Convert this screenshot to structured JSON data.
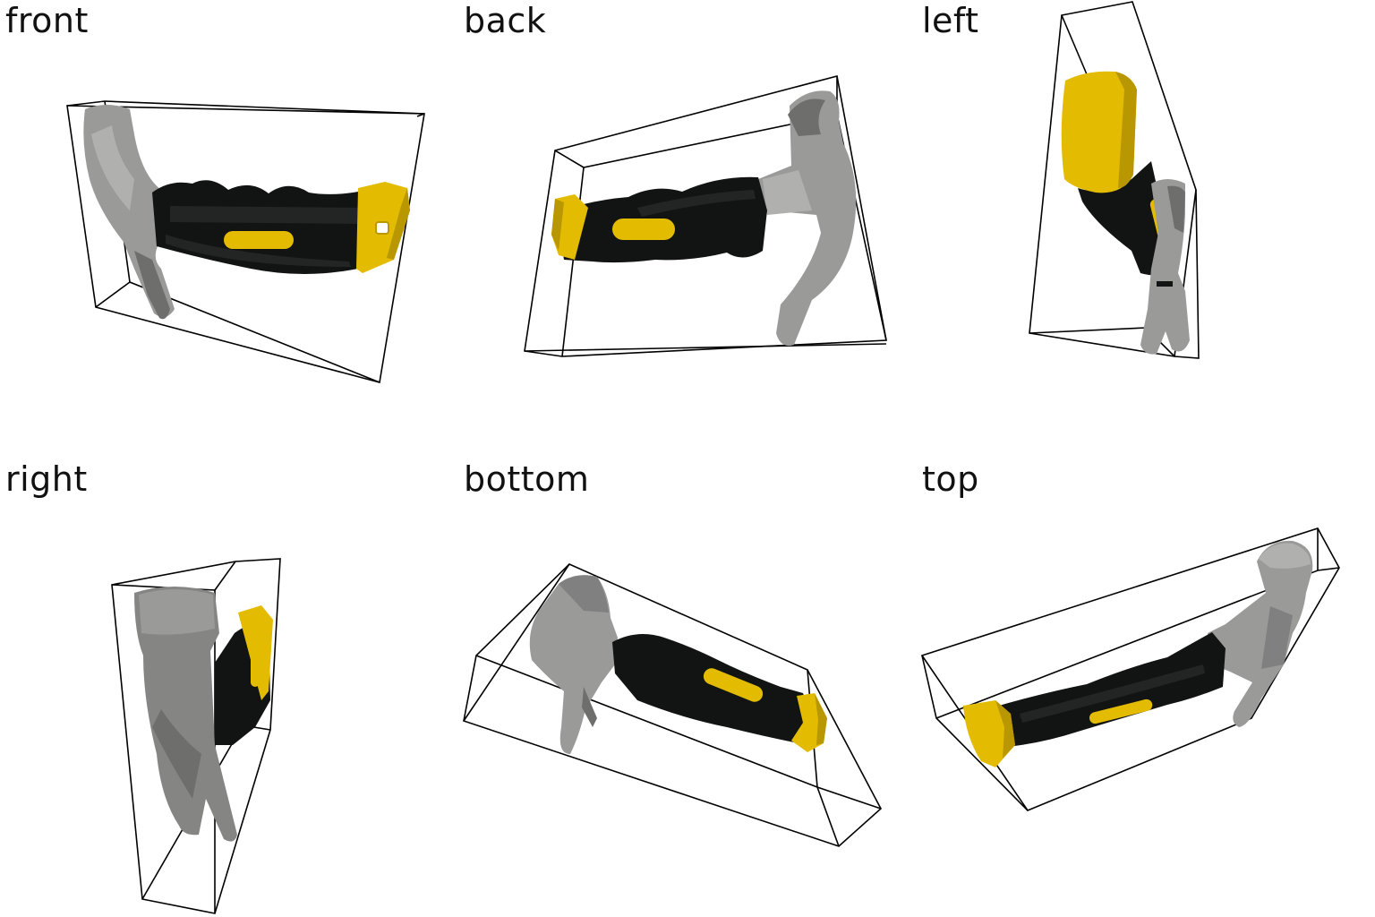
{
  "figure": {
    "views": [
      {
        "id": "front",
        "label": "front"
      },
      {
        "id": "back",
        "label": "back"
      },
      {
        "id": "left",
        "label": "left"
      },
      {
        "id": "right",
        "label": "right"
      },
      {
        "id": "bottom",
        "label": "bottom"
      },
      {
        "id": "top",
        "label": "top"
      }
    ]
  },
  "colors": {
    "handle": "#111412",
    "grip": "#222523",
    "accent": "#e3bb00",
    "accent_dark": "#b99700",
    "metal": "#9a9a98",
    "metal_dark": "#6e6e6c",
    "box_stroke": "#000000"
  }
}
